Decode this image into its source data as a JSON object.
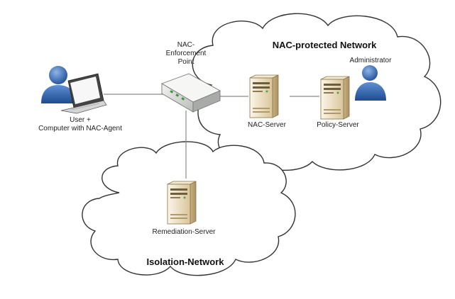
{
  "diagram": {
    "networks": {
      "protected": "NAC-protected Network",
      "isolation": "Isolation-Network"
    },
    "nodes": {
      "user": "User +\nComputer with NAC-Agent",
      "enforcement": "NAC-\nEnforcement\nPoint",
      "administrator": "Administrator",
      "nac_server": "NAC-Server",
      "policy_server": "Policy-Server",
      "remediation_server": "Remediation-Server"
    }
  },
  "colors": {
    "line": "#8a8a8a",
    "server_body": "#eadcbc",
    "person_blue": "#2f62a8",
    "cloud_outline": "#333333"
  }
}
